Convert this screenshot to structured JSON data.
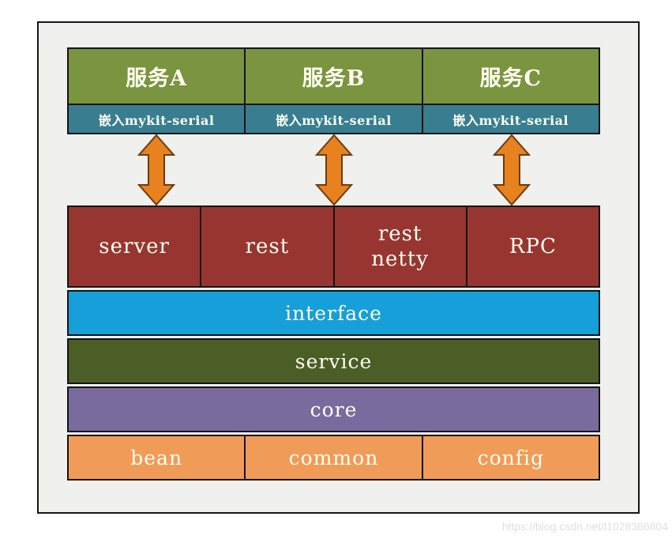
{
  "services": [
    {
      "name": "服务A",
      "embed": "嵌入mykit-serial"
    },
    {
      "name": "服务B",
      "embed": "嵌入mykit-serial"
    },
    {
      "name": "服务C",
      "embed": "嵌入mykit-serial"
    }
  ],
  "access_layer": {
    "cells": [
      "server",
      "rest",
      "rest\nnetty",
      "RPC"
    ]
  },
  "layers": {
    "interface": "interface",
    "service": "service",
    "core": "core"
  },
  "base_modules": [
    "bean",
    "common",
    "config"
  ],
  "arrows": {
    "icon": "double-arrow-icon",
    "direction": "vertical-bidirectional",
    "count": 3
  },
  "watermark": "https://blog.csdn.net/l1028386804",
  "colors": {
    "panel_background": "#f0f0ee",
    "service_box": "#7a9440",
    "embed_box": "#387e90",
    "access_row": "#973630",
    "interface_row": "#179fd9",
    "service_row": "#4a5e26",
    "core_row": "#7a6b9e",
    "base_row": "#f19b58",
    "arrow_fill": "#e8821e",
    "arrow_stroke": "#6e3a10",
    "text": "#fffff2"
  }
}
